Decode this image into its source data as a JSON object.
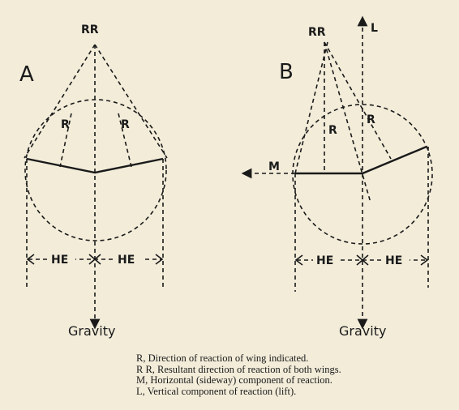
{
  "panel_a": {
    "label": "A",
    "resultant_label": "RR",
    "left_reaction_label": "R",
    "right_reaction_label": "R",
    "left_span_label": "HE",
    "right_span_label": "HE",
    "gravity_label": "Gravity"
  },
  "panel_b": {
    "label": "B",
    "resultant_label": "RR",
    "lift_label": "L",
    "left_reaction_label": "R",
    "right_reaction_label": "R",
    "horizontal_label": "M",
    "left_span_label": "HE",
    "right_span_label": "HE",
    "gravity_label": "Gravity"
  },
  "legend": {
    "line_r": "R, Direction of reaction of wing indicated.",
    "line_rr": "R R, Resultant direction of reaction of both wings.",
    "line_m": "M, Horizontal (sideway) component of reaction.",
    "line_l": "L, Vertical component of reaction (lift)."
  }
}
